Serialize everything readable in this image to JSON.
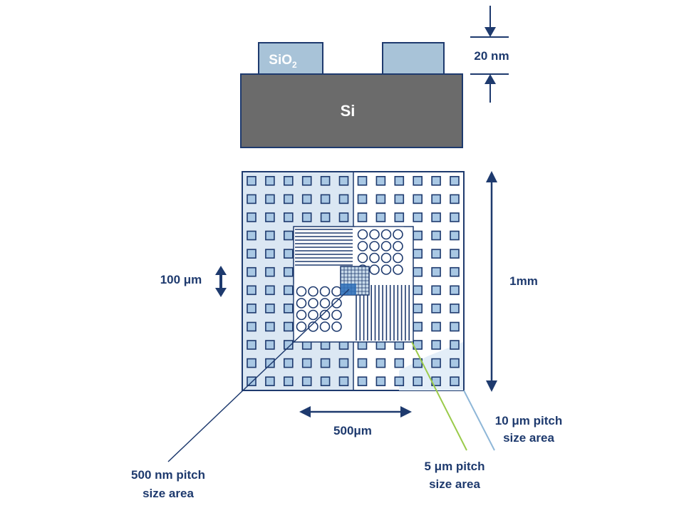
{
  "cross_section": {
    "oxide_label": "SiO",
    "oxide_subscript": "2",
    "substrate_label": "Si",
    "thickness_label": "20 nm"
  },
  "test_chip": {
    "feature_height_label": "100 μm",
    "chip_size_label": "1mm",
    "half_width_label": "500μm"
  },
  "callouts": {
    "pitch_500nm_line1": "500 nm pitch",
    "pitch_500nm_line2": "size area",
    "pitch_5um_line1": "5 μm pitch",
    "pitch_5um_line2": "size area",
    "pitch_10um_line1": "10 μm pitch",
    "pitch_10um_line2": "size area"
  },
  "colors": {
    "navy": "#1e3a6e",
    "oxide_fill": "#a8c3d8",
    "substrate_fill": "#6b6b6b",
    "cell_fill": "#a9c8e4",
    "light_panel": "#dbe7f3",
    "callout_green": "#9bcb4b",
    "callout_lightblue": "#8fb7d8"
  }
}
